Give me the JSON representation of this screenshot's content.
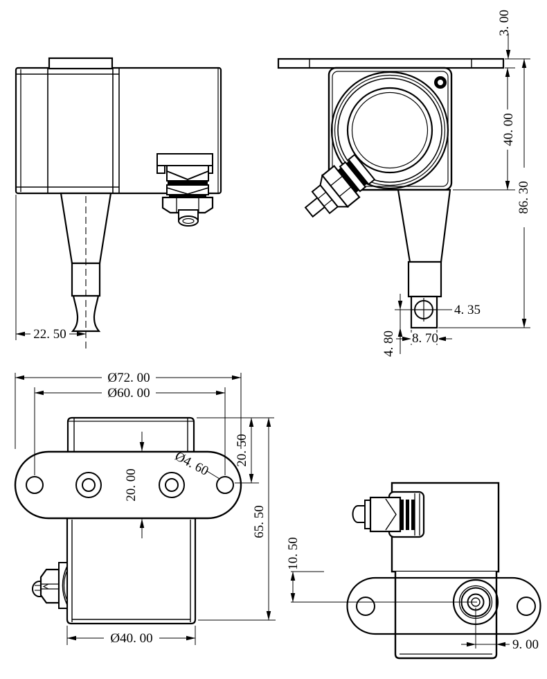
{
  "style": {
    "line_color": "#000000",
    "background": "#ffffff"
  },
  "views": {
    "side": {
      "dims": {
        "body_to_probe_axis": "22. 50"
      }
    },
    "front": {
      "dims": {
        "flange_thickness": "3. 00",
        "flange_to_body_bottom": "40. 00",
        "overall_height": "86. 30",
        "tab_hole_dia": "4. 35",
        "tab_width": "8. 70",
        "tab_hole_to_end": "4. 80"
      }
    },
    "top": {
      "dims": {
        "flange_length": "Ø72. 00",
        "mount_hole_span": "Ø60. 00",
        "flange_width": "20. 00",
        "body_top_to_hole_axis": "20. 50",
        "mount_hole_dia": "Ø4. 60",
        "overall_depth": "65. 50",
        "body_dia": "Ø40. 00"
      }
    },
    "side_right": {
      "dims": {
        "step_to_hole_axis": "10. 50",
        "hole_axis_to_edge": "9. 00"
      }
    }
  }
}
